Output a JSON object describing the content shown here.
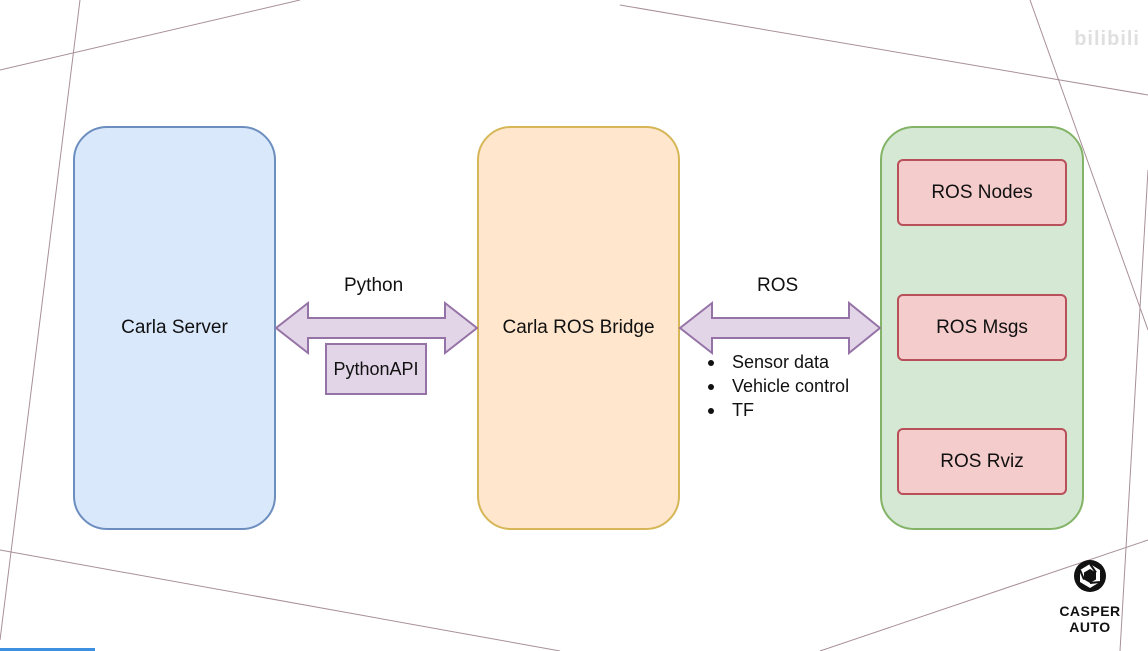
{
  "diagram": {
    "carla_server": "Carla Server",
    "ros_bridge": "Carla ROS Bridge",
    "python_label": "Python",
    "python_api": "PythonAPI",
    "ros_label": "ROS",
    "bullets": [
      "Sensor data",
      "Vehicle control",
      "TF"
    ],
    "ros_nodes": "ROS Nodes",
    "ros_msgs": "ROS Msgs",
    "ros_rviz": "ROS Rviz"
  },
  "overlay": {
    "watermark": "bilibili",
    "logo_text": "CASPER AUTO"
  },
  "colors": {
    "server_fill": "#dae8fc",
    "server_border": "#6c8ebf",
    "bridge_fill": "#ffe6cc",
    "bridge_border": "#d6b656",
    "ros_fill": "#d5e8d4",
    "ros_border": "#82b366",
    "arrow_fill": "#e1d5e7",
    "arrow_border": "#9673a6"
  }
}
